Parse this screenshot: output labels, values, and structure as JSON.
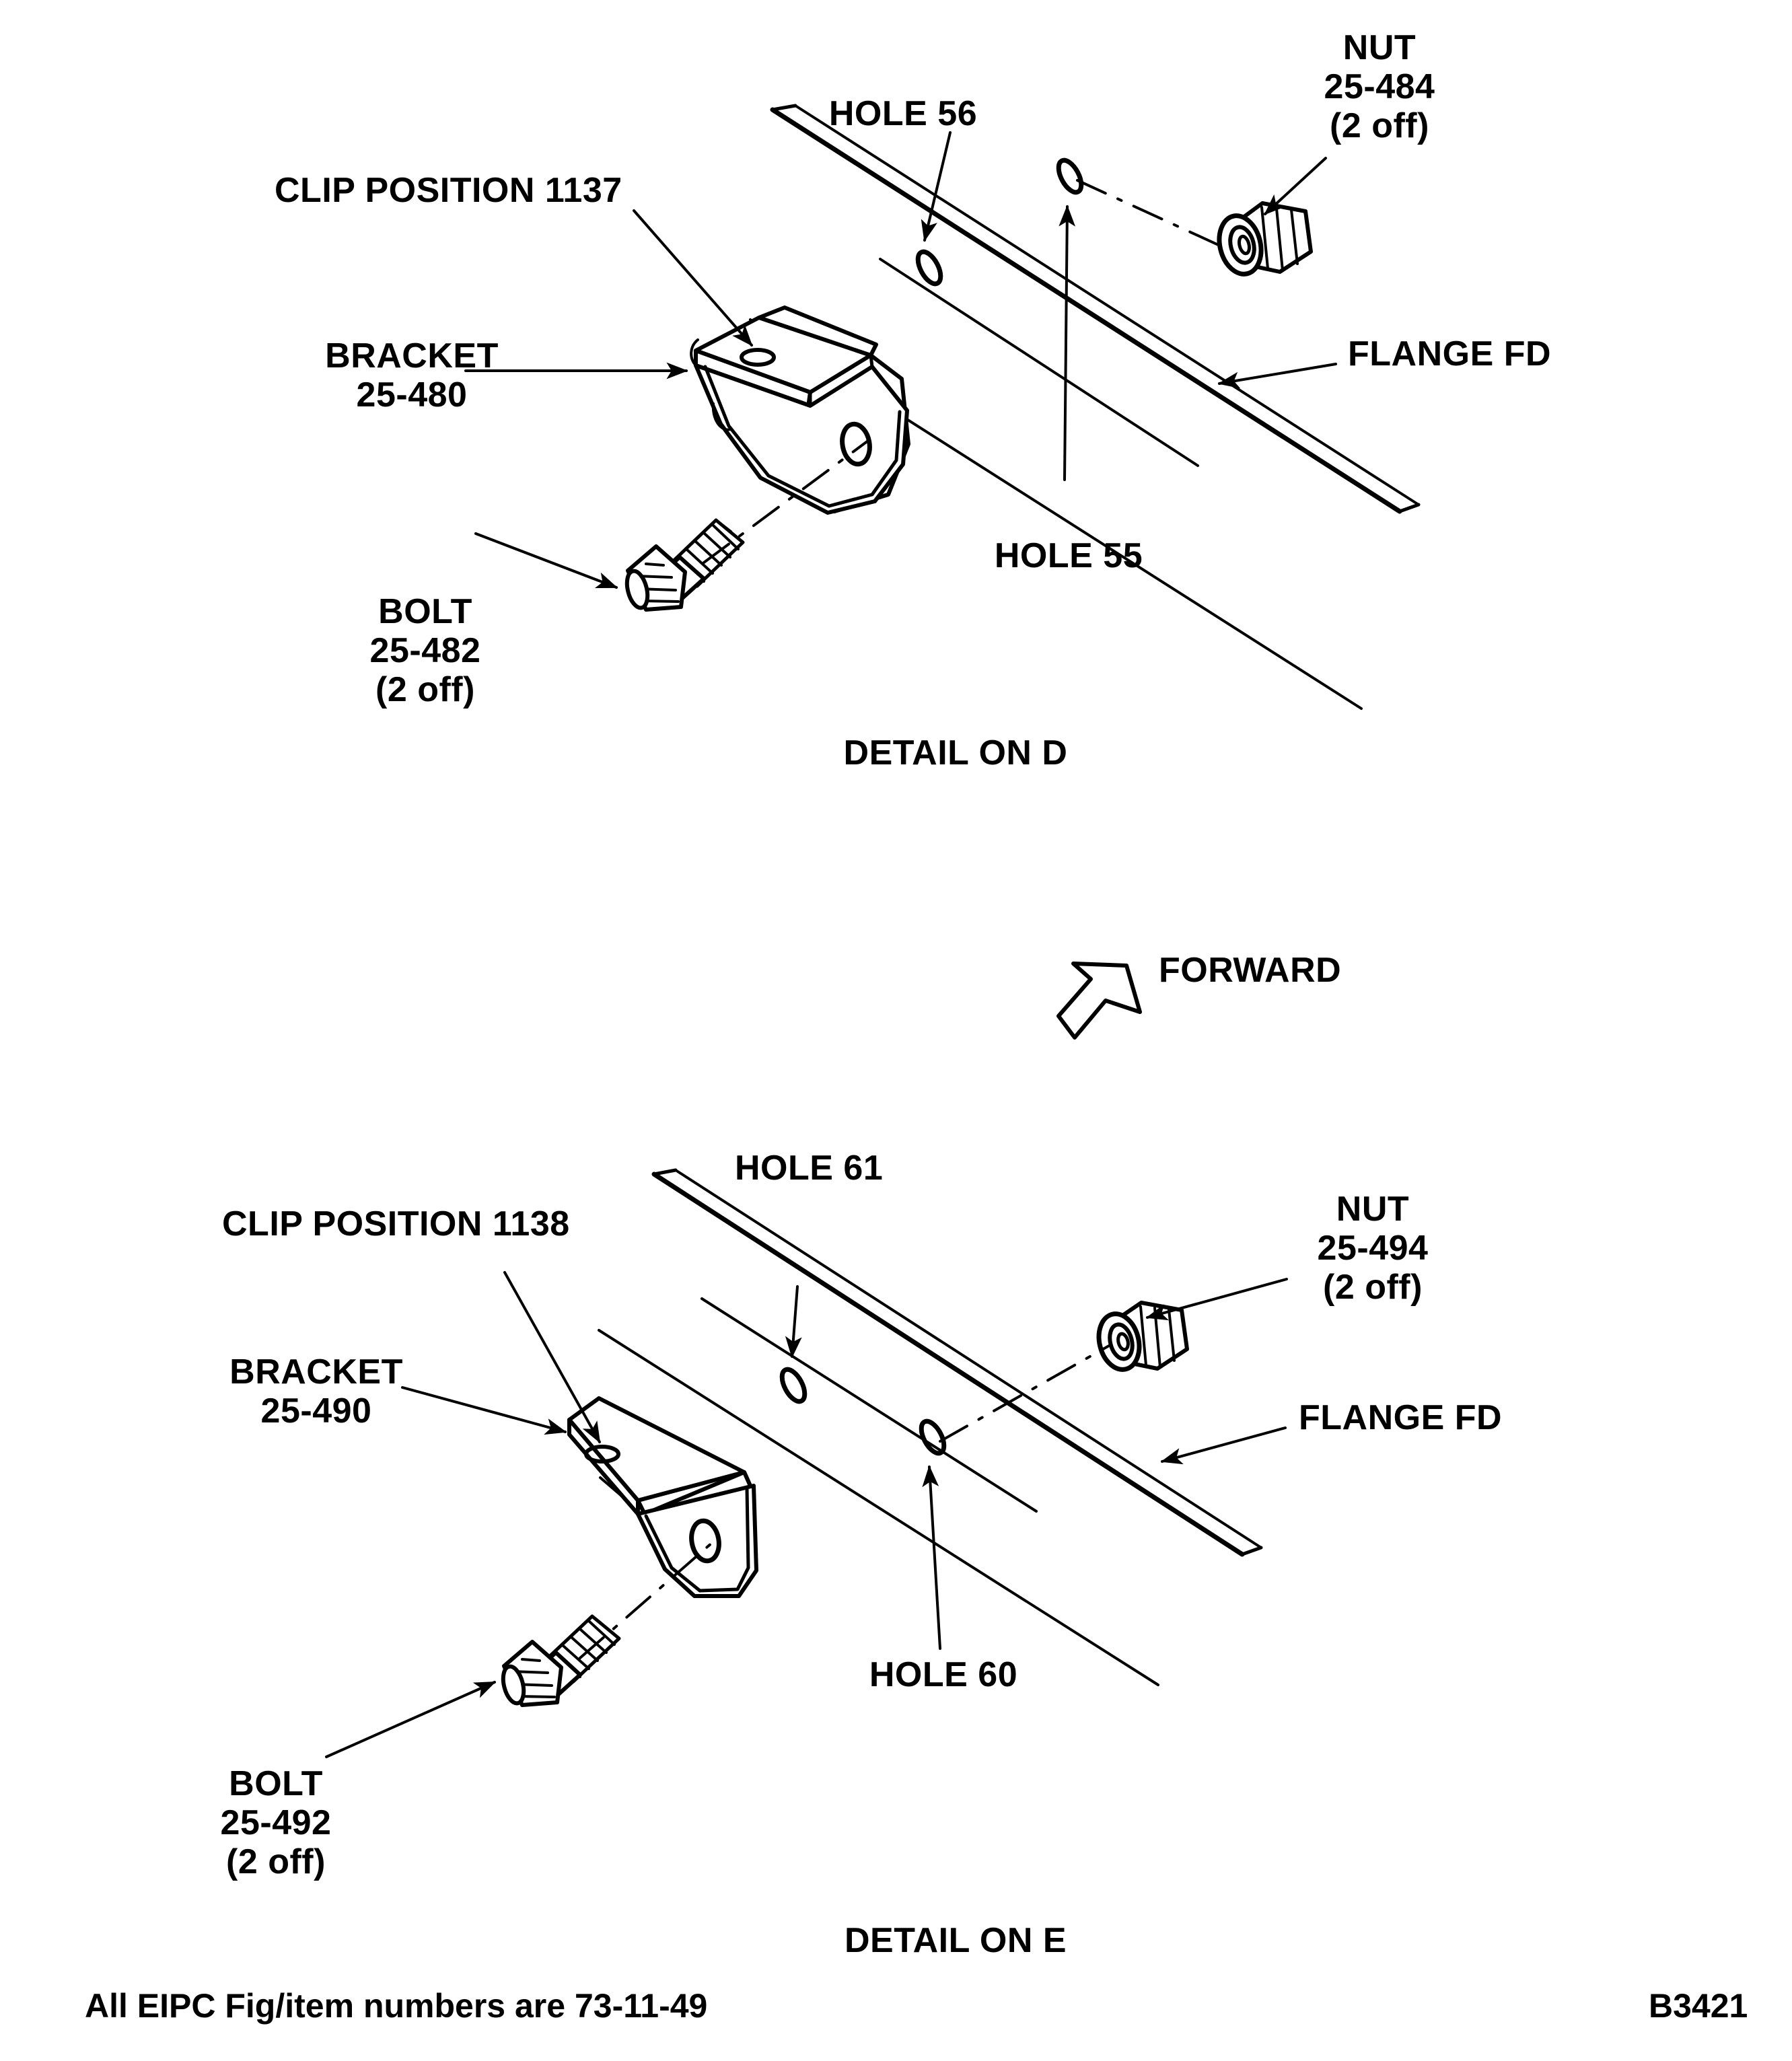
{
  "document": {
    "type": "technical-exploded-assembly-drawing",
    "footer_note": "All EIPC Fig/item numbers are 73-11-49",
    "drawing_number": "B3421"
  },
  "orientation": {
    "label": "FORWARD",
    "icon": "forward-arrow-icon",
    "direction": "down-left"
  },
  "details": [
    {
      "id": "detail-d",
      "caption": "DETAIL ON D",
      "labels": {
        "clip_position": "CLIP POSITION 1137",
        "bracket": "BRACKET\n25-480",
        "bolt": "BOLT\n25-482\n(2 off)",
        "hole_upper": "HOLE 56",
        "hole_lower": "HOLE 55",
        "nut": "NUT\n25-484\n(2 off)",
        "flange": "FLANGE FD"
      },
      "parts": [
        {
          "name": "BRACKET",
          "part_number": "25-480",
          "quantity": ""
        },
        {
          "name": "BOLT",
          "part_number": "25-482",
          "quantity": "(2 off)"
        },
        {
          "name": "NUT",
          "part_number": "25-484",
          "quantity": "(2 off)"
        }
      ],
      "features": [
        "CLIP POSITION 1137",
        "HOLE 55",
        "HOLE 56",
        "FLANGE FD"
      ]
    },
    {
      "id": "detail-e",
      "caption": "DETAIL ON E",
      "labels": {
        "clip_position": "CLIP POSITION 1138",
        "bracket": "BRACKET\n25-490",
        "bolt": "BOLT\n25-492\n(2 off)",
        "hole_upper": "HOLE 61",
        "hole_lower": "HOLE 60",
        "nut": "NUT\n25-494\n(2 off)",
        "flange": "FLANGE FD"
      },
      "parts": [
        {
          "name": "BRACKET",
          "part_number": "25-490",
          "quantity": ""
        },
        {
          "name": "BOLT",
          "part_number": "25-492",
          "quantity": "(2 off)"
        },
        {
          "name": "NUT",
          "part_number": "25-494",
          "quantity": "(2 off)"
        }
      ],
      "features": [
        "CLIP POSITION 1138",
        "HOLE 60",
        "HOLE 61",
        "FLANGE FD"
      ]
    }
  ],
  "colors": {
    "ink": "#000000",
    "paper": "#ffffff"
  }
}
